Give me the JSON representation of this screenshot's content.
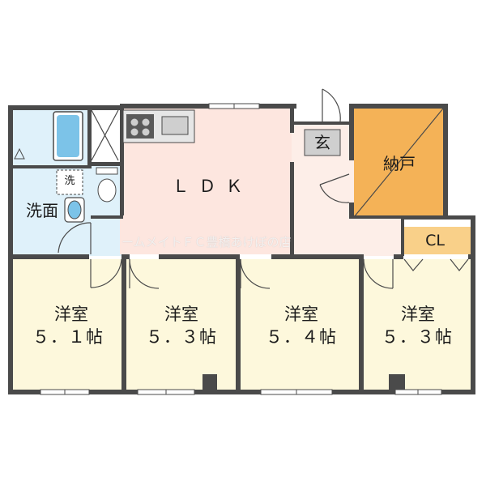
{
  "rooms": {
    "ldk": "ＬＤＫ",
    "entrance": "玄",
    "storage": "納戸",
    "closet": "CL",
    "washroom": "洗面",
    "washer": "洗",
    "room1": {
      "name": "洋室",
      "size": "５．１帖"
    },
    "room2": {
      "name": "洋室",
      "size": "５．３帖"
    },
    "room3": {
      "name": "洋室",
      "size": "５．４帖"
    },
    "room4": {
      "name": "洋室",
      "size": "５．３帖"
    }
  },
  "watermark": "ームメイトＦＣ豊橋あけぼの店",
  "colors": {
    "wall": "#4a4a4a",
    "ldk": "#fde6df",
    "bedroom": "#fdf8dc",
    "water": "#dff1fa",
    "storage": "#f4b257",
    "closet": "#f9d089",
    "entrance_box": "#cfcfcf"
  }
}
